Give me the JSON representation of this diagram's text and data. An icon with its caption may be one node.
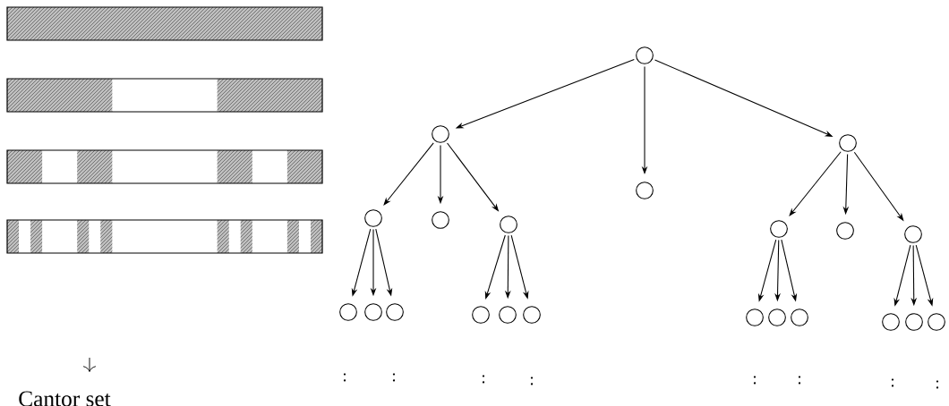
{
  "diagram": {
    "nodes": [
      {
        "text": [],
        "shape": "circle"
      },
      {
        "text": [],
        "shape": "circle"
      },
      {
        "text": [],
        "shape": "circle"
      },
      {
        "text": [],
        "shape": "circle"
      },
      {
        "text": [],
        "shape": "circle"
      },
      {
        "text": [],
        "shape": "circle"
      },
      {
        "text": [],
        "shape": "circle"
      },
      {
        "text": [],
        "shape": "circle"
      },
      {
        "text": [],
        "shape": "circle"
      },
      {
        "text": [],
        "shape": "circle"
      },
      {
        "text": [],
        "shape": "circle"
      },
      {
        "text": [],
        "shape": "circle"
      },
      {
        "text": [],
        "shape": "circle"
      },
      {
        "text": [],
        "shape": "circle"
      },
      {
        "text": [],
        "shape": "circle"
      },
      {
        "text": [],
        "shape": "circle"
      },
      {
        "text": [],
        "shape": "circle"
      },
      {
        "text": [],
        "shape": "circle"
      },
      {
        "text": [],
        "shape": "circle"
      },
      {
        "text": [],
        "shape": "circle"
      },
      {
        "text": [],
        "shape": "circle"
      },
      {
        "text": [],
        "shape": "circle"
      }
    ],
    "edges": [
      {
        "from": 0,
        "to": 1,
        "arrow": "to"
      },
      {
        "from": 0,
        "to": 2,
        "arrow": "to"
      },
      {
        "from": 0,
        "to": 3,
        "arrow": "to"
      },
      {
        "from": 1,
        "to": 4,
        "arrow": "to"
      },
      {
        "from": 1,
        "to": 5,
        "arrow": "to"
      },
      {
        "from": 1,
        "to": 6,
        "arrow": "to"
      },
      {
        "from": 3,
        "to": 7,
        "arrow": "to"
      },
      {
        "from": 3,
        "to": 8,
        "arrow": "to"
      },
      {
        "from": 3,
        "to": 9,
        "arrow": "to"
      },
      {
        "from": 4,
        "to": 10,
        "arrow": "to"
      },
      {
        "from": 4,
        "to": 11,
        "arrow": "to"
      },
      {
        "from": 4,
        "to": 12,
        "arrow": "to"
      },
      {
        "from": 6,
        "to": 13,
        "arrow": "to"
      },
      {
        "from": 6,
        "to": 14,
        "arrow": "to"
      },
      {
        "from": 6,
        "to": 15,
        "arrow": "to"
      },
      {
        "from": 7,
        "to": 16,
        "arrow": "to"
      },
      {
        "from": 7,
        "to": 17,
        "arrow": "to"
      },
      {
        "from": 7,
        "to": 18,
        "arrow": "to"
      },
      {
        "from": 9,
        "to": 19,
        "arrow": "to"
      },
      {
        "from": 9,
        "to": 20,
        "arrow": "to"
      },
      {
        "from": 9,
        "to": 21,
        "arrow": "to"
      }
    ],
    "labels": [
      ":",
      ":",
      ":",
      ":",
      ":",
      ":",
      ":",
      ":",
      "Cantor set"
    ]
  }
}
